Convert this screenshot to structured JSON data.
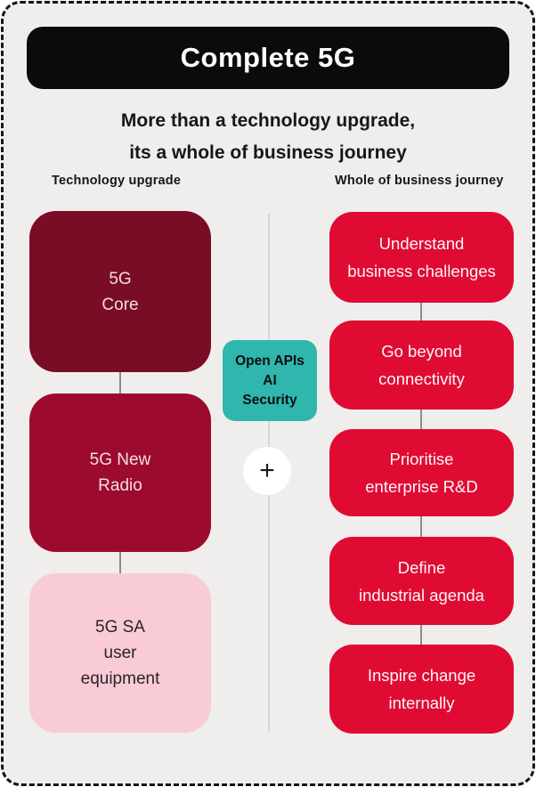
{
  "title": "Complete 5G",
  "subtitle": {
    "line1": "More than a technology upgrade,",
    "line2": "its a whole of business journey"
  },
  "columns": {
    "left": {
      "header": "Technology upgrade",
      "boxes": [
        {
          "lines": [
            "5G",
            "Core"
          ],
          "color": "#7a0d26"
        },
        {
          "lines": [
            "5G New",
            "Radio"
          ],
          "color": "#9c0b2e"
        },
        {
          "lines": [
            "5G SA",
            "user",
            "equipment"
          ],
          "color": "#f8cbd5"
        }
      ]
    },
    "right": {
      "header": "Whole of business journey",
      "box_color": "#e00b33",
      "boxes": [
        {
          "lines": [
            "Understand",
            "business challenges"
          ]
        },
        {
          "lines": [
            "Go beyond",
            "connectivity"
          ]
        },
        {
          "lines": [
            "Prioritise",
            "enterprise R&D"
          ]
        },
        {
          "lines": [
            "Define",
            "industrial agenda"
          ]
        },
        {
          "lines": [
            "Inspire change",
            "internally"
          ]
        }
      ]
    }
  },
  "center": {
    "capabilities": {
      "lines": [
        "Open APIs",
        "AI",
        "Security"
      ],
      "color": "#2fb7ae"
    },
    "plus_symbol": "+"
  },
  "colors": {
    "background": "#efeeec",
    "banner": "#0b0b0b",
    "maroon_dark": "#7a0d26",
    "maroon_bright": "#9c0b2e",
    "pink": "#f8cbd5",
    "teal": "#2fb7ae",
    "red": "#e00b33"
  }
}
